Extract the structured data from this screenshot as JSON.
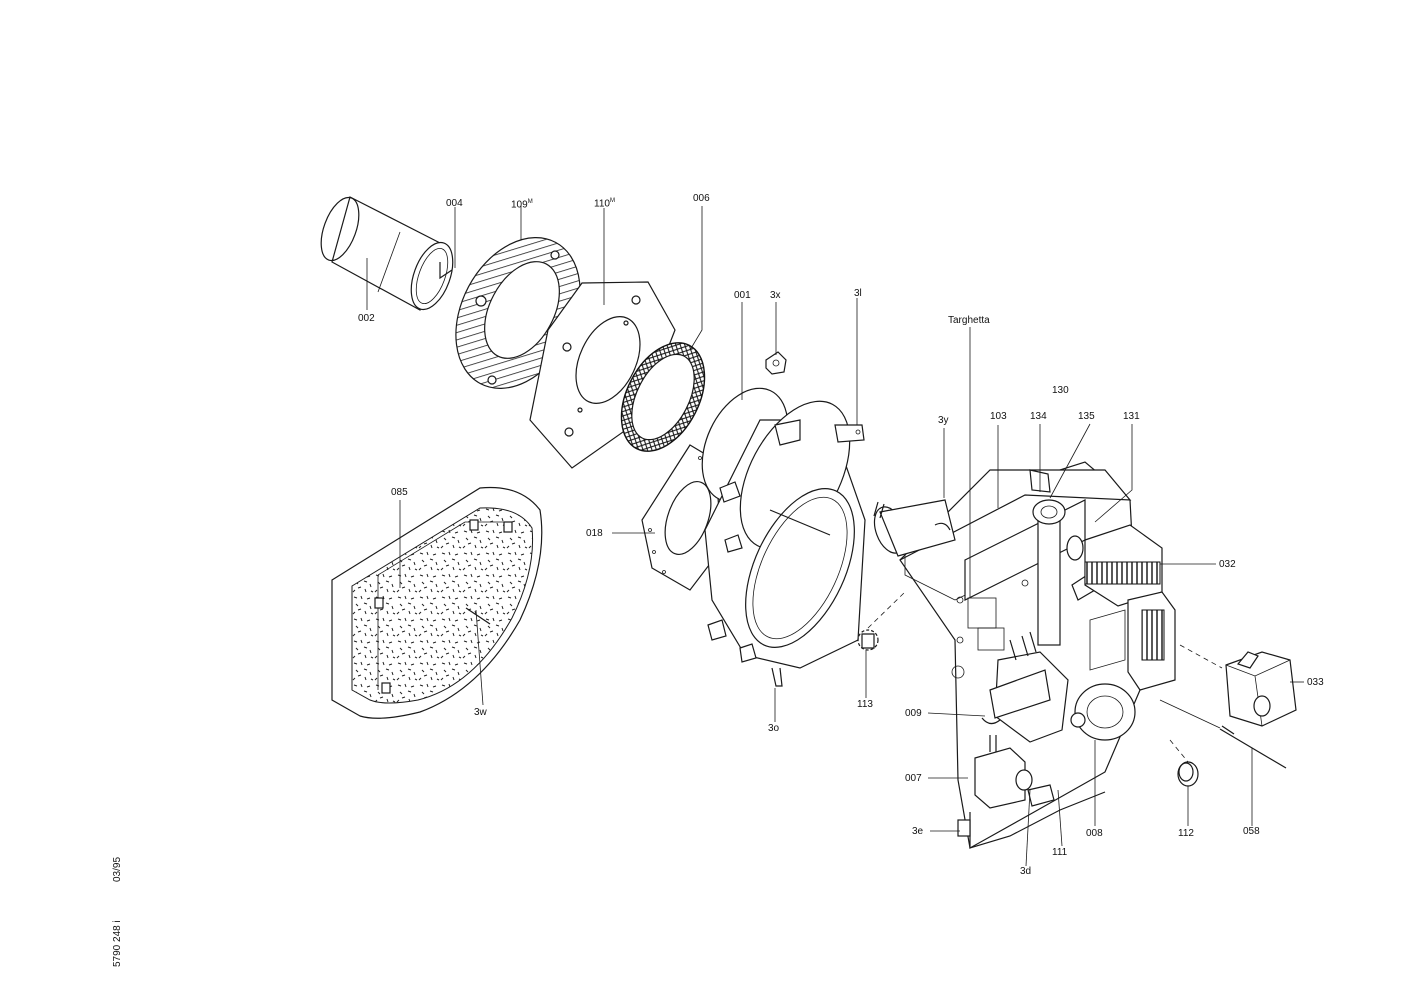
{
  "labels": {
    "p004": "004",
    "p109": "109",
    "p109_sup": "M",
    "p110": "110",
    "p110_sup": "M",
    "p006": "006",
    "p002": "002",
    "p001": "001",
    "p3x": "3x",
    "p3i": "3l",
    "targhetta": "Targhetta",
    "p130": "130",
    "p3y": "3y",
    "p103": "103",
    "p134": "134",
    "p135": "135",
    "p131": "131",
    "p085": "085",
    "p018": "018",
    "p032": "032",
    "p3w": "3w",
    "p113": "113",
    "p3o": "3o",
    "p009": "009",
    "p033": "033",
    "p007": "007",
    "p3e": "3e",
    "p3d": "3d",
    "p111": "111",
    "p008": "008",
    "p112": "112",
    "p058": "058"
  },
  "footer": {
    "doc_number": "5790 248 i",
    "date": "03/95"
  }
}
